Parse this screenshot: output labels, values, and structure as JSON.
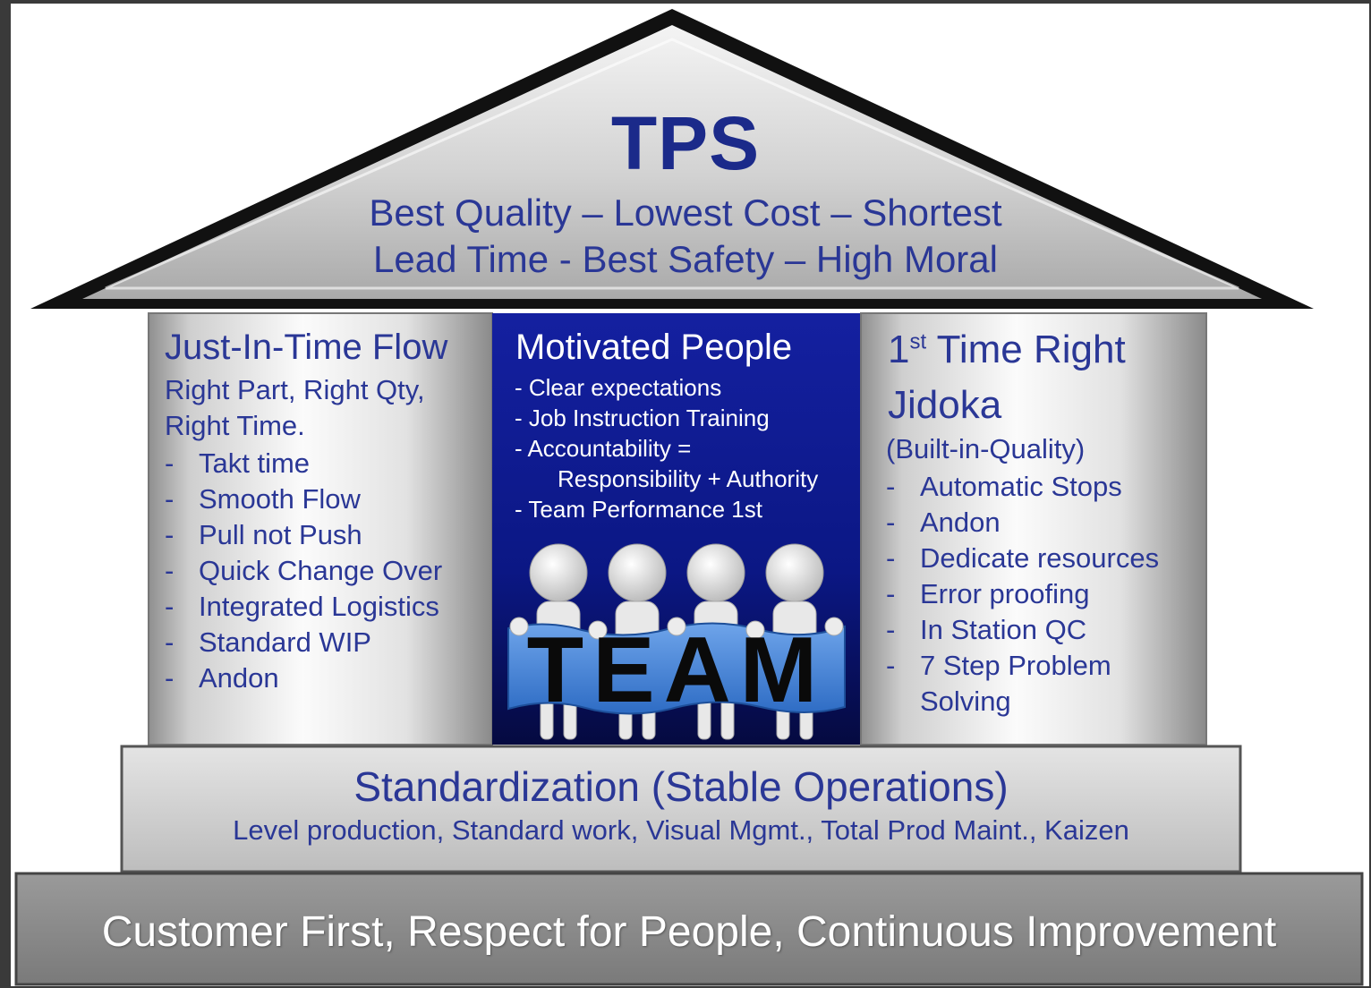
{
  "roof": {
    "title": "TPS",
    "goal_line_1": "Best Quality – Lowest Cost – Shortest",
    "goal_line_2": "Lead Time - Best Safety – High Moral"
  },
  "left_pillar": {
    "heading": "Just-In-Time Flow",
    "subtitle_1": "Right Part, Right Qty,",
    "subtitle_2": "Right Time.",
    "bullets": [
      "Takt time",
      "Smooth Flow",
      "Pull not Push",
      "Quick Change Over",
      "Integrated Logistics",
      "Standard WIP",
      "Andon"
    ]
  },
  "center_pillar": {
    "heading": "Motivated People",
    "lines": [
      "- Clear expectations",
      "- Job Instruction Training",
      "- Accountability  =",
      "Responsibility + Authority",
      "- Team Performance 1st"
    ],
    "banner_text": "TEAM"
  },
  "right_pillar": {
    "heading_main": "Time Right",
    "heading_num": "1",
    "heading_sup": "st",
    "heading_2": "Jidoka",
    "subtitle": "(Built-in-Quality)",
    "bullets": [
      "Automatic Stops",
      "Andon",
      "Dedicate resources",
      "Error proofing",
      "In Station QC",
      "7 Step Problem",
      "Solving"
    ]
  },
  "base": {
    "title": "Standardization (Stable Operations)",
    "subtitle": "Level production, Standard work, Visual Mgmt., Total Prod Maint., Kaizen"
  },
  "foundation": {
    "text": "Customer First, Respect for People, Continuous Improvement"
  },
  "colors": {
    "navy_text": "#2a3796",
    "center_fill": "#0d1a8a",
    "banner_blue": "#3f7fd6",
    "foundation_gray": "#8a8a8a"
  }
}
